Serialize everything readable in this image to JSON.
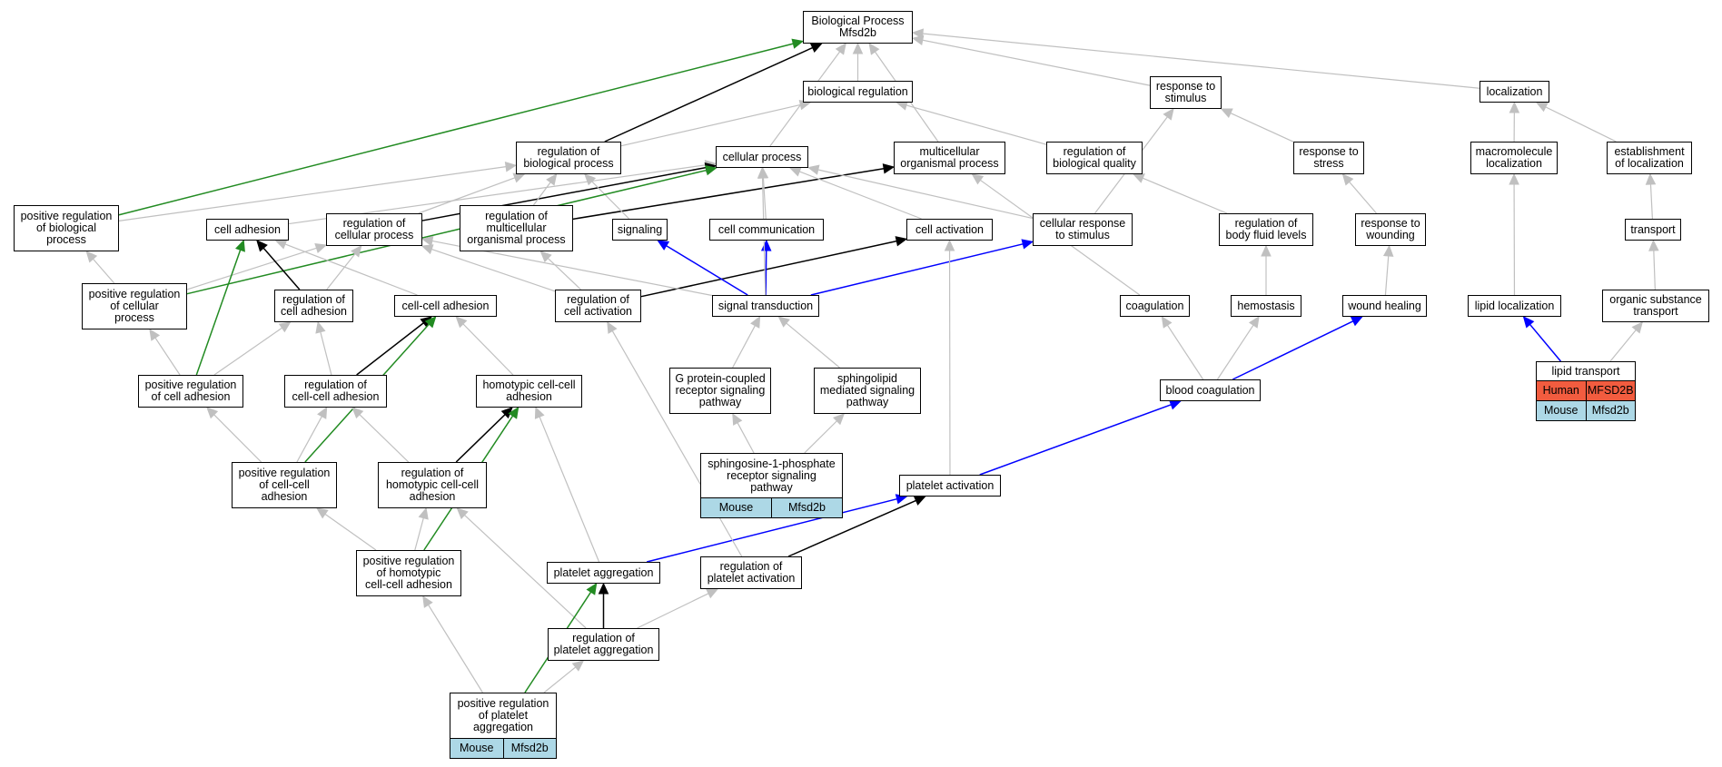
{
  "title": {
    "line1": "Biological Process",
    "line2": "Mfsd2b"
  },
  "colors": {
    "is_a": "#c0c0c0",
    "part_of": "#000000",
    "positively_regulates": "#228b22",
    "regulates": "#0000ff",
    "human": "#f25c3f",
    "mouse": "#add8e6"
  },
  "terms": {
    "biological_regulation": "biological regulation",
    "response_to_stimulus": "response to\nstimulus",
    "localization": "localization",
    "regulation_of_biological_process": "regulation of\nbiological process",
    "cellular_process": "cellular process",
    "multicellular_organismal_process": "multicellular\norganismal process",
    "regulation_of_biological_quality": "regulation of\nbiological quality",
    "response_to_stress": "response to\nstress",
    "macromolecule_localization": "macromolecule\nlocalization",
    "establishment_of_localization": "establishment\nof localization",
    "positive_regulation_of_biological_process": "positive regulation\nof biological\nprocess",
    "cell_adhesion": "cell adhesion",
    "regulation_of_cellular_process": "regulation of\ncellular process",
    "regulation_of_multicellular_organismal_process": "regulation of\nmulticellular\norganismal process",
    "signaling": "signaling",
    "cell_communication": "cell communication",
    "cell_activation": "cell activation",
    "cellular_response_to_stimulus": "cellular response\nto stimulus",
    "regulation_of_body_fluid_levels": "regulation of\nbody fluid levels",
    "response_to_wounding": "response to\nwounding",
    "transport": "transport",
    "positive_regulation_of_cellular_process": "positive regulation\nof cellular\nprocess",
    "regulation_of_cell_adhesion": "regulation of\ncell adhesion",
    "cell_cell_adhesion": "cell-cell adhesion",
    "regulation_of_cell_activation": "regulation of\ncell activation",
    "signal_transduction": "signal transduction",
    "coagulation": "coagulation",
    "hemostasis": "hemostasis",
    "wound_healing": "wound healing",
    "lipid_localization": "lipid localization",
    "organic_substance_transport": "organic substance\ntransport",
    "positive_regulation_of_cell_adhesion": "positive regulation\nof cell adhesion",
    "regulation_of_cell_cell_adhesion": "regulation of\ncell-cell adhesion",
    "homotypic_cell_cell_adhesion": "homotypic cell-cell\nadhesion",
    "g_protein_coupled_receptor_signaling_pathway": "G protein-coupled\nreceptor signaling\npathway",
    "sphingolipid_mediated_signaling_pathway": "sphingolipid\nmediated signaling\npathway",
    "blood_coagulation": "blood coagulation",
    "positive_regulation_of_cell_cell_adhesion": "positive regulation\nof cell-cell\nadhesion",
    "regulation_of_homotypic_cell_cell_adhesion": "regulation of\nhomotypic cell-cell\nadhesion",
    "platelet_activation": "platelet activation",
    "positive_regulation_of_homotypic_cell_cell_adhesion": "positive regulation\nof homotypic\ncell-cell adhesion",
    "platelet_aggregation": "platelet aggregation",
    "regulation_of_platelet_activation": "regulation of\nplatelet activation",
    "regulation_of_platelet_aggregation": "regulation of\nplatelet aggregation"
  },
  "annotated": {
    "lipid_transport": {
      "label": "lipid transport",
      "rows": [
        {
          "species": "Human",
          "gene": "MFSD2B"
        },
        {
          "species": "Mouse",
          "gene": "Mfsd2b"
        }
      ]
    },
    "sphingosine_1_phosphate_receptor_signaling_pathway": {
      "label": "sphingosine-1-phosphate\nreceptor signaling\npathway",
      "rows": [
        {
          "species": "Mouse",
          "gene": "Mfsd2b"
        }
      ]
    },
    "positive_regulation_of_platelet_aggregation": {
      "label": "positive regulation\nof platelet\naggregation",
      "rows": [
        {
          "species": "Mouse",
          "gene": "Mfsd2b"
        }
      ]
    }
  },
  "edges": [
    {
      "from": "biological_regulation",
      "to": "biological_process",
      "type": "is_a"
    },
    {
      "from": "response_to_stimulus",
      "to": "biological_process",
      "type": "is_a"
    },
    {
      "from": "localization",
      "to": "biological_process",
      "type": "is_a"
    },
    {
      "from": "regulation_of_biological_process",
      "to": "biological_process",
      "type": "part_of"
    },
    {
      "from": "regulation_of_biological_process",
      "to": "biological_regulation",
      "type": "is_a"
    },
    {
      "from": "cellular_process",
      "to": "biological_process",
      "type": "is_a"
    },
    {
      "from": "multicellular_organismal_process",
      "to": "biological_process",
      "type": "is_a"
    },
    {
      "from": "regulation_of_biological_quality",
      "to": "biological_regulation",
      "type": "is_a"
    },
    {
      "from": "response_to_stress",
      "to": "response_to_stimulus",
      "type": "is_a"
    },
    {
      "from": "macromolecule_localization",
      "to": "localization",
      "type": "is_a"
    },
    {
      "from": "establishment_of_localization",
      "to": "localization",
      "type": "is_a"
    },
    {
      "from": "positive_regulation_of_biological_process",
      "to": "biological_process",
      "type": "positively_regulates"
    },
    {
      "from": "positive_regulation_of_biological_process",
      "to": "regulation_of_biological_process",
      "type": "is_a"
    },
    {
      "from": "cell_adhesion",
      "to": "cellular_process",
      "type": "is_a"
    },
    {
      "from": "regulation_of_cellular_process",
      "to": "regulation_of_biological_process",
      "type": "is_a"
    },
    {
      "from": "regulation_of_cellular_process",
      "to": "cellular_process",
      "type": "part_of"
    },
    {
      "from": "regulation_of_multicellular_organismal_process",
      "to": "regulation_of_biological_process",
      "type": "is_a"
    },
    {
      "from": "regulation_of_multicellular_organismal_process",
      "to": "multicellular_organismal_process",
      "type": "part_of"
    },
    {
      "from": "signaling",
      "to": "regulation_of_biological_process",
      "type": "is_a"
    },
    {
      "from": "cell_communication",
      "to": "cellular_process",
      "type": "is_a"
    },
    {
      "from": "cell_activation",
      "to": "cellular_process",
      "type": "is_a"
    },
    {
      "from": "cellular_response_to_stimulus",
      "to": "cellular_process",
      "type": "is_a"
    },
    {
      "from": "cellular_response_to_stimulus",
      "to": "response_to_stimulus",
      "type": "is_a"
    },
    {
      "from": "regulation_of_body_fluid_levels",
      "to": "regulation_of_biological_quality",
      "type": "is_a"
    },
    {
      "from": "response_to_wounding",
      "to": "response_to_stress",
      "type": "is_a"
    },
    {
      "from": "transport",
      "to": "establishment_of_localization",
      "type": "is_a"
    },
    {
      "from": "positive_regulation_of_cellular_process",
      "to": "positive_regulation_of_biological_process",
      "type": "is_a"
    },
    {
      "from": "positive_regulation_of_cellular_process",
      "to": "regulation_of_cellular_process",
      "type": "is_a"
    },
    {
      "from": "positive_regulation_of_cellular_process",
      "to": "cellular_process",
      "type": "positively_regulates"
    },
    {
      "from": "regulation_of_cell_adhesion",
      "to": "cell_adhesion",
      "type": "part_of"
    },
    {
      "from": "regulation_of_cell_adhesion",
      "to": "regulation_of_cellular_process",
      "type": "is_a"
    },
    {
      "from": "cell_cell_adhesion",
      "to": "cell_adhesion",
      "type": "is_a"
    },
    {
      "from": "regulation_of_cell_activation",
      "to": "regulation_of_cellular_process",
      "type": "is_a"
    },
    {
      "from": "regulation_of_cell_activation",
      "to": "regulation_of_multicellular_organismal_process",
      "type": "is_a"
    },
    {
      "from": "regulation_of_cell_activation",
      "to": "cell_activation",
      "type": "part_of"
    },
    {
      "from": "signal_transduction",
      "to": "signaling",
      "type": "regulates"
    },
    {
      "from": "signal_transduction",
      "to": "cell_communication",
      "type": "regulates"
    },
    {
      "from": "signal_transduction",
      "to": "cellular_response_to_stimulus",
      "type": "regulates"
    },
    {
      "from": "signal_transduction",
      "to": "regulation_of_cellular_process",
      "type": "is_a"
    },
    {
      "from": "signal_transduction",
      "to": "cellular_process",
      "type": "is_a"
    },
    {
      "from": "coagulation",
      "to": "multicellular_organismal_process",
      "type": "is_a"
    },
    {
      "from": "hemostasis",
      "to": "regulation_of_body_fluid_levels",
      "type": "is_a"
    },
    {
      "from": "wound_healing",
      "to": "response_to_wounding",
      "type": "is_a"
    },
    {
      "from": "lipid_localization",
      "to": "macromolecule_localization",
      "type": "is_a"
    },
    {
      "from": "organic_substance_transport",
      "to": "transport",
      "type": "is_a"
    },
    {
      "from": "lipid_transport",
      "to": "lipid_localization",
      "type": "regulates"
    },
    {
      "from": "lipid_transport",
      "to": "organic_substance_transport",
      "type": "is_a"
    },
    {
      "from": "positive_regulation_of_cell_adhesion",
      "to": "positive_regulation_of_cellular_process",
      "type": "is_a"
    },
    {
      "from": "positive_regulation_of_cell_adhesion",
      "to": "regulation_of_cell_adhesion",
      "type": "is_a"
    },
    {
      "from": "positive_regulation_of_cell_adhesion",
      "to": "cell_adhesion",
      "type": "positively_regulates"
    },
    {
      "from": "regulation_of_cell_cell_adhesion",
      "to": "regulation_of_cell_adhesion",
      "type": "is_a"
    },
    {
      "from": "regulation_of_cell_cell_adhesion",
      "to": "cell_cell_adhesion",
      "type": "part_of"
    },
    {
      "from": "homotypic_cell_cell_adhesion",
      "to": "cell_cell_adhesion",
      "type": "is_a"
    },
    {
      "from": "g_protein_coupled_receptor_signaling_pathway",
      "to": "signal_transduction",
      "type": "is_a"
    },
    {
      "from": "sphingolipid_mediated_signaling_pathway",
      "to": "signal_transduction",
      "type": "is_a"
    },
    {
      "from": "blood_coagulation",
      "to": "coagulation",
      "type": "is_a"
    },
    {
      "from": "blood_coagulation",
      "to": "hemostasis",
      "type": "is_a"
    },
    {
      "from": "blood_coagulation",
      "to": "wound_healing",
      "type": "regulates"
    },
    {
      "from": "sphingosine_1_phosphate_receptor_signaling_pathway",
      "to": "g_protein_coupled_receptor_signaling_pathway",
      "type": "is_a"
    },
    {
      "from": "sphingosine_1_phosphate_receptor_signaling_pathway",
      "to": "sphingolipid_mediated_signaling_pathway",
      "type": "is_a"
    },
    {
      "from": "positive_regulation_of_cell_cell_adhesion",
      "to": "positive_regulation_of_cell_adhesion",
      "type": "is_a"
    },
    {
      "from": "positive_regulation_of_cell_cell_adhesion",
      "to": "regulation_of_cell_cell_adhesion",
      "type": "is_a"
    },
    {
      "from": "positive_regulation_of_cell_cell_adhesion",
      "to": "cell_cell_adhesion",
      "type": "positively_regulates"
    },
    {
      "from": "regulation_of_homotypic_cell_cell_adhesion",
      "to": "regulation_of_cell_cell_adhesion",
      "type": "is_a"
    },
    {
      "from": "regulation_of_homotypic_cell_cell_adhesion",
      "to": "homotypic_cell_cell_adhesion",
      "type": "part_of"
    },
    {
      "from": "platelet_activation",
      "to": "cell_activation",
      "type": "is_a"
    },
    {
      "from": "platelet_activation",
      "to": "blood_coagulation",
      "type": "regulates"
    },
    {
      "from": "positive_regulation_of_homotypic_cell_cell_adhesion",
      "to": "positive_regulation_of_cell_cell_adhesion",
      "type": "is_a"
    },
    {
      "from": "positive_regulation_of_homotypic_cell_cell_adhesion",
      "to": "regulation_of_homotypic_cell_cell_adhesion",
      "type": "is_a"
    },
    {
      "from": "positive_regulation_of_homotypic_cell_cell_adhesion",
      "to": "homotypic_cell_cell_adhesion",
      "type": "positively_regulates"
    },
    {
      "from": "platelet_aggregation",
      "to": "homotypic_cell_cell_adhesion",
      "type": "is_a"
    },
    {
      "from": "platelet_aggregation",
      "to": "platelet_activation",
      "type": "regulates"
    },
    {
      "from": "regulation_of_platelet_activation",
      "to": "regulation_of_cell_activation",
      "type": "is_a"
    },
    {
      "from": "regulation_of_platelet_activation",
      "to": "platelet_activation",
      "type": "part_of"
    },
    {
      "from": "regulation_of_platelet_aggregation",
      "to": "regulation_of_homotypic_cell_cell_adhesion",
      "type": "is_a"
    },
    {
      "from": "regulation_of_platelet_aggregation",
      "to": "regulation_of_platelet_activation",
      "type": "is_a"
    },
    {
      "from": "regulation_of_platelet_aggregation",
      "to": "platelet_aggregation",
      "type": "part_of"
    },
    {
      "from": "positive_regulation_of_platelet_aggregation",
      "to": "positive_regulation_of_homotypic_cell_cell_adhesion",
      "type": "is_a"
    },
    {
      "from": "positive_regulation_of_platelet_aggregation",
      "to": "regulation_of_platelet_aggregation",
      "type": "is_a"
    },
    {
      "from": "positive_regulation_of_platelet_aggregation",
      "to": "platelet_aggregation",
      "type": "positively_regulates"
    }
  ]
}
